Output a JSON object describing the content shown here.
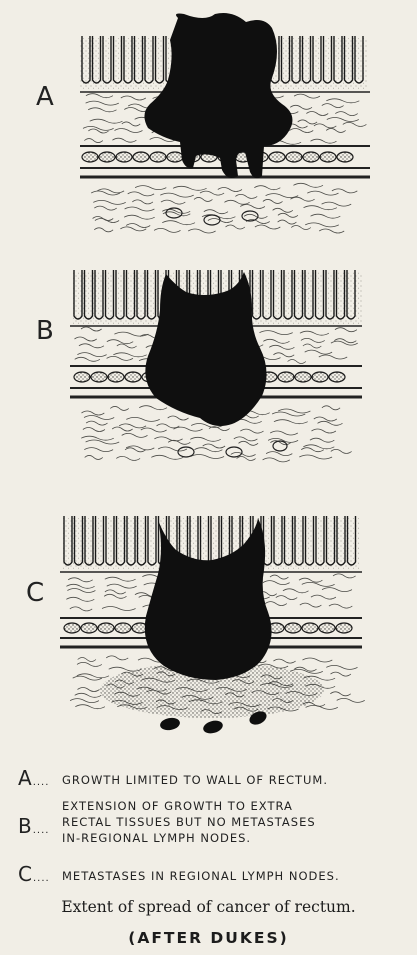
{
  "panels": [
    {
      "letter": "A"
    },
    {
      "letter": "B"
    },
    {
      "letter": "C"
    }
  ],
  "legend": [
    {
      "key": "A",
      "dots": "....",
      "text": "GROWTH LIMITED TO WALL OF RECTUM."
    },
    {
      "key": "B",
      "dots": "....",
      "text": "EXTENSION OF GROWTH TO EXTRA\nRECTAL TISSUES BUT NO METASTASES\nIN-REGIONAL LYMPH NODES."
    },
    {
      "key": "C",
      "dots": "....",
      "text": "METASTASES IN REGIONAL LYMPH NODES."
    }
  ],
  "caption": "Extent of spread of cancer of rectum.",
  "credit": "(AFTER DUKES)",
  "colors": {
    "background": "#f1eee6",
    "ink": "#151515",
    "tumor": "#0f0f0f",
    "stipple": "#8a8a84"
  }
}
